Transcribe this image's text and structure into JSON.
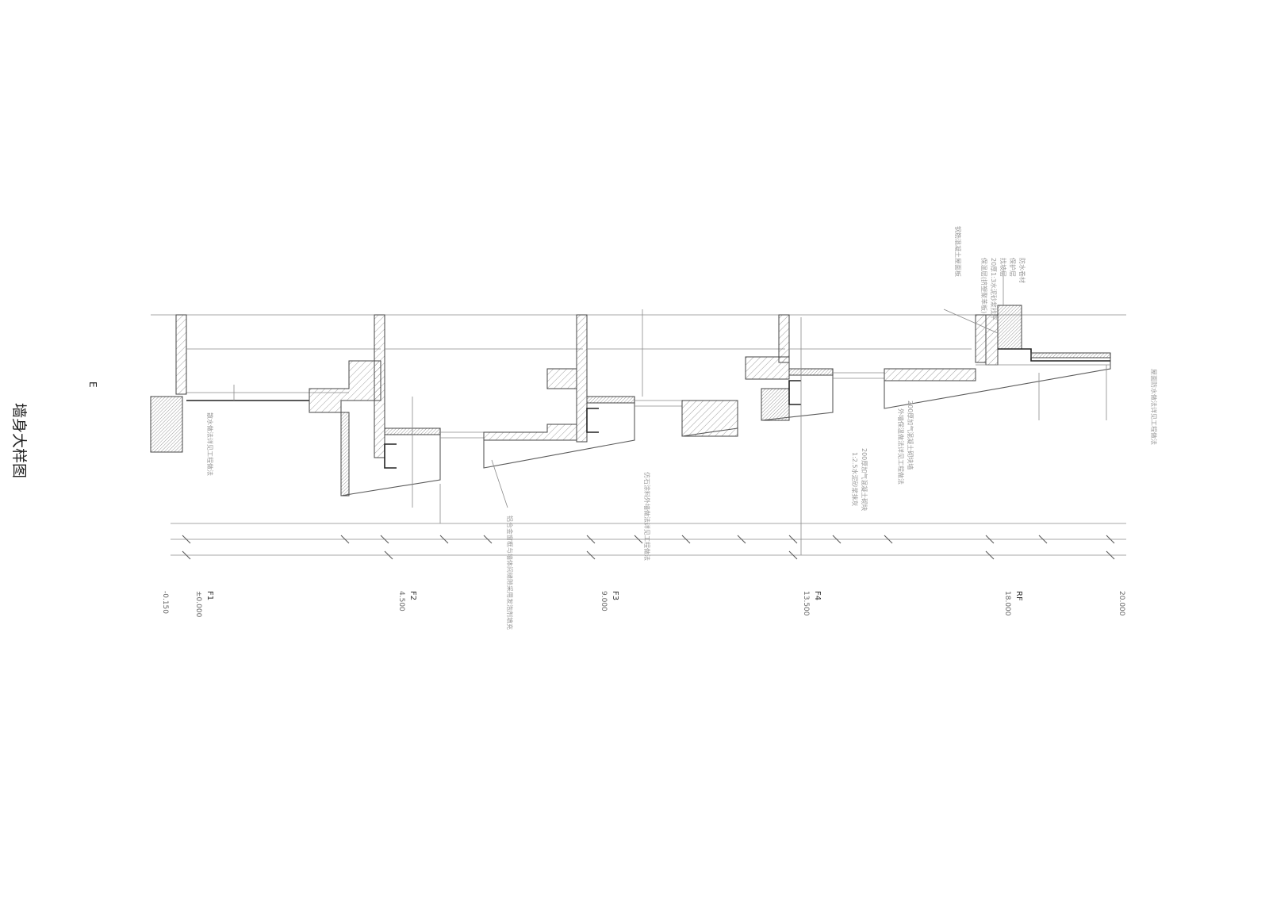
{
  "title": "墙身大样图",
  "section_mark": "E",
  "levels": [
    {
      "name": "F1",
      "elevation": "±0.000",
      "sub": "-0.150"
    },
    {
      "name": "F2",
      "elevation": "4.500"
    },
    {
      "name": "F3",
      "elevation": "9.000"
    },
    {
      "name": "F4",
      "elevation": "13.500"
    },
    {
      "name": "RF",
      "elevation": "18.000"
    },
    {
      "name": "",
      "elevation": "20.000"
    }
  ],
  "notes": {
    "roof_top": [
      "防水卷材",
      "保护层",
      "找坡层",
      "20厚1:3水泥砂浆找平",
      "保温层(挤塑聚苯板)",
      "钢筋混凝土屋面板"
    ],
    "roof_label": "屋面防水做法详见工程做法",
    "f4_note": "200厚加气混凝土砌块",
    "f4_note2": "1:2.5水泥砂浆抹灰",
    "f3_note": "仿石涂料外墙做法详见工程做法",
    "f2_note": "铝合金窗框与墙体间缝隙采用发泡剂填充",
    "f1_note": "散水做法详见工程做法",
    "rf_note": "200厚加气混凝土砌块墙",
    "rf_note2": "外墙保温做法详见工程做法"
  }
}
